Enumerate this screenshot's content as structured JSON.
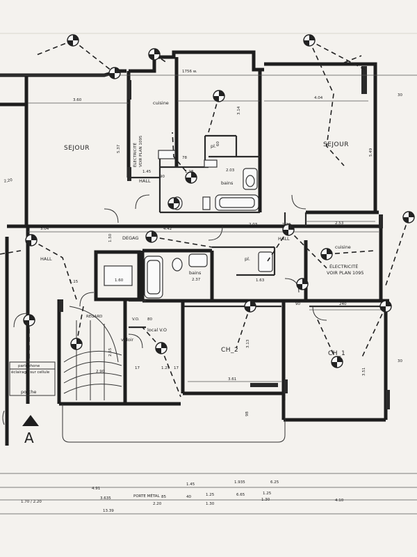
{
  "rooms": {
    "sejour_left": "SEJOUR",
    "sejour_right": "SEJOUR",
    "cuisine_top": "cuisine",
    "cuisine_right": "cuisine",
    "hall_top": "HALL",
    "hall_mid": "HALL",
    "hall_left": "HALL",
    "degag": "DEGAG",
    "bains_top": "bains",
    "bains_mid": "bains",
    "ch2": "CH_2",
    "ch1": "CH_1",
    "local_vo": "local V.O",
    "vidoir": "vidoir",
    "porche": "porche",
    "pl_top": "pl.",
    "pl_mid": "pl.",
    "vo": "V.O.",
    "regard": "REGARD"
  },
  "notes": {
    "electricite_left": [
      "ÉLECTRICITÉ",
      "VOIR PLAN 1095"
    ],
    "electricite_right": [
      "ÉLECTRICITÉ",
      "VOIR PLAN 1095"
    ],
    "porche_note": [
      "éclairage sur cellule",
      "parlophone"
    ],
    "porte_metal": "PORTE MÉTAL"
  },
  "dimensions": {
    "d360": "3.60",
    "d537": "5.37",
    "d145": "1.45",
    "d128": "1.28",
    "d314": "3.14",
    "d203a": "2.03",
    "d404": "4.04",
    "d549": "5.49",
    "d304": "3.04",
    "d442": "4.42",
    "d203b": "2.03",
    "d253": "2.53",
    "d130": "1.30",
    "d150": "1.50",
    "d160": "1.60",
    "d237": "2.37",
    "d163": "1.63",
    "d115": "1.15",
    "d313": "3.13",
    "d361": "3.61",
    "d240": "240",
    "d351": "3.51",
    "d255": "2.55",
    "d290": "2.90",
    "d125": "1.25",
    "d80": "80",
    "d90a": "90",
    "d90b": "90",
    "d60": "60",
    "d78": "78",
    "d17a": "17",
    "d17b": "17",
    "d98": "98",
    "d30a": "30",
    "d30b": "30",
    "d1756": "1756 w."
  },
  "bottom_dims": {
    "b491": "4.91",
    "b145": "1.45",
    "b1935": "1.935",
    "b625": "6.25",
    "b3635": "3.635",
    "b85": "85",
    "b40": "40",
    "b125": "1.25",
    "b665": "6.65",
    "b125b": "1.25",
    "b410": "4.10",
    "b170": "1.70 / 2.20",
    "b220": "2.20",
    "b130": "1.30",
    "b130b": "1.30",
    "b1339": "13.39"
  },
  "section_marker": "A",
  "side_note": "2,20",
  "plan_colors": {
    "ink": "#1e1e1e",
    "paper": "#f4f2ee"
  }
}
